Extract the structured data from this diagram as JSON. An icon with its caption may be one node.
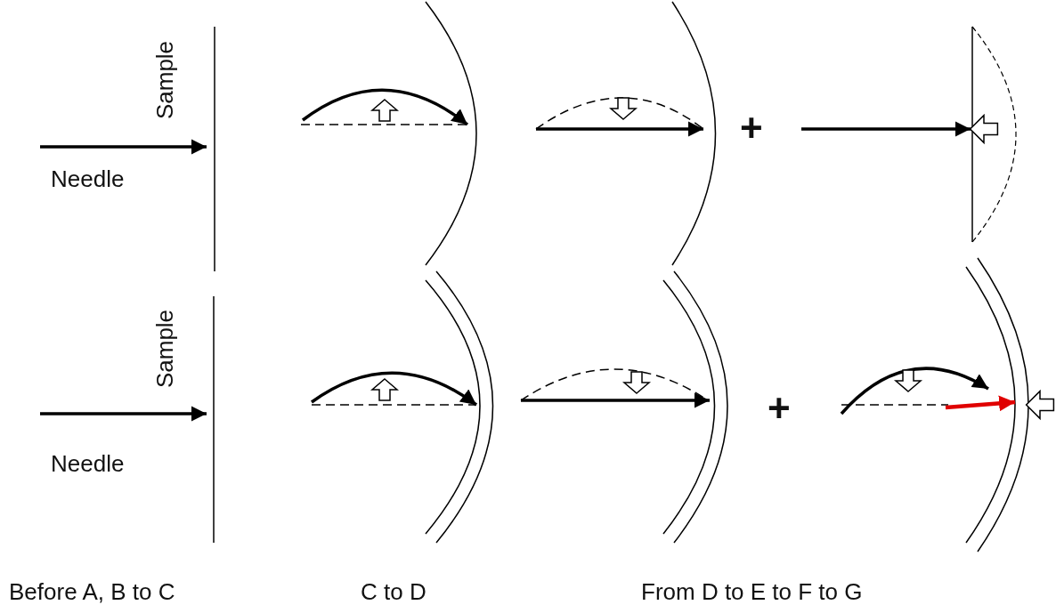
{
  "diagram": {
    "labels": [
      "Sample",
      "Needle",
      "+",
      "Sample",
      "Needle",
      "+",
      "Before A, B to C",
      "C to D",
      "From D to E to F to G"
    ]
  }
}
